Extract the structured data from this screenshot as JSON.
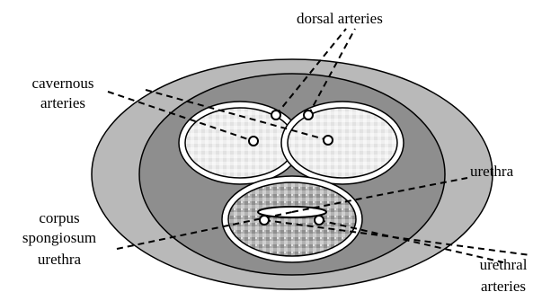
{
  "labels": {
    "dorsal_arteries": "dorsal arteries",
    "cavernous_1": "cavernous",
    "cavernous_2": "arteries",
    "urethra_right": "urethra",
    "corpus_1": "corpus",
    "corpus_2": "spongiosum",
    "corpus_3": "urethra",
    "urethral_1": "urethral",
    "urethral_2": "arteries"
  },
  "colors": {
    "outer_ring": "#b9b9b9",
    "inner_body": "#8e8e8e",
    "cavernosa_fill": "#eeeeee",
    "spongiosum_fill": "#b4b4b4"
  }
}
